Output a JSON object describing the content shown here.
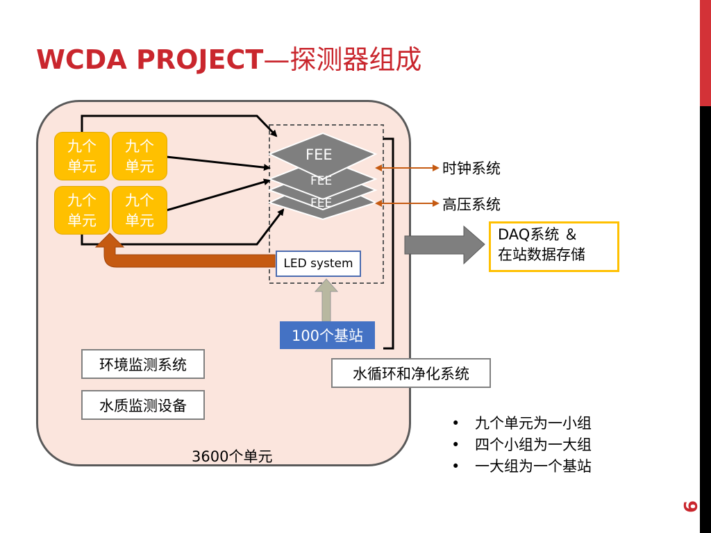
{
  "title": {
    "prefix": "WCDA PROJECT",
    "suffix": "—探测器组成"
  },
  "page_number": "9",
  "units": [
    {
      "line1": "九个",
      "line2": "单元"
    },
    {
      "line1": "九个",
      "line2": "单元"
    },
    {
      "line1": "九个",
      "line2": "单元"
    },
    {
      "line1": "九个",
      "line2": "单元"
    }
  ],
  "fee": {
    "top_label": "FEE",
    "layer_labels": [
      "FEE",
      "FEE"
    ]
  },
  "led_system": "LED system",
  "base_station": "100个基站",
  "clock_system": "时钟系统",
  "hv_system": "高压系统",
  "daq": {
    "line1": "DAQ系统 ＆",
    "line2": "在站数据存储"
  },
  "env_monitor": "环境监测系统",
  "water_monitor": "水质监测设备",
  "water_cycle": "水循环和净化系统",
  "total_units": "3600个单元",
  "bullets": [
    "九个单元为一小组",
    "四个小组为一大组",
    "一大组为一个基站"
  ],
  "colors": {
    "title_red": "#c9262d",
    "unit_yellow": "#ffc000",
    "arrow_orange": "#c55a11",
    "base_blue": "#4472c4",
    "box_pink": "#fbe5dd",
    "fee_gray": "#7f7f7f"
  }
}
